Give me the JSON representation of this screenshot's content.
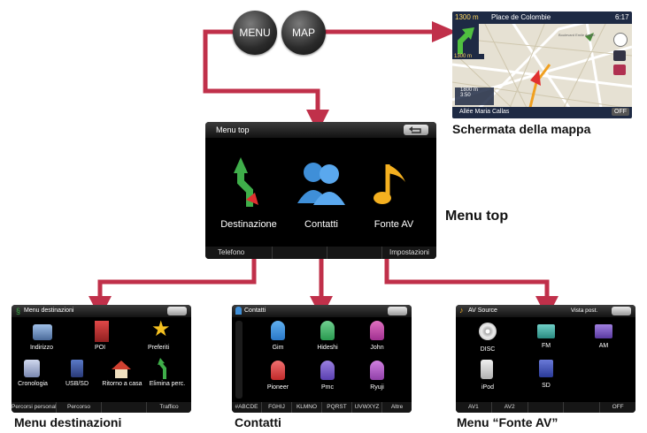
{
  "buttons": {
    "menu": "MENU",
    "map": "MAP"
  },
  "map_screen": {
    "street_top": "Place de Colombie",
    "distance_top": "1300 m",
    "time": "6:17",
    "distance_small": "1300 m",
    "dist2": "1800 m",
    "time2": "3:50",
    "street_bottom": "Allée Maria Callas",
    "off": "OFF",
    "map_label": "Boulevard Emile Augier"
  },
  "captions": {
    "map": "Schermata della mappa",
    "top": "Menu top",
    "dest": "Menu destinazioni",
    "contacts": "Contatti",
    "av": "Menu “Fonte AV”"
  },
  "top_menu": {
    "title": "Menu top",
    "items": [
      "Destinazione",
      "Contatti",
      "Fonte AV"
    ],
    "bottom": [
      "Telefono",
      "",
      "",
      "Impostazioni"
    ]
  },
  "dest_menu": {
    "title": "Menu destinazioni",
    "items": [
      "Indirizzo",
      "POI",
      "Preferiti",
      "Cronologia",
      "USB/SD",
      "Ritorno a casa",
      "Elimina perc."
    ],
    "bottom": [
      "Percorsi personali",
      "Percorso",
      "",
      "Traffico"
    ]
  },
  "contacts_menu": {
    "title": "Contatti",
    "names": [
      "Gim",
      "Hideshi",
      "John",
      "Pioneer",
      "Pmc",
      "Ryuji"
    ],
    "bottom": [
      "#ABCDE",
      "FGHIJ",
      "KLMNO",
      "PQRST",
      "UVWXYZ",
      "Altre"
    ]
  },
  "av_menu": {
    "title": "AV Source",
    "vista": "Vista post.",
    "items": [
      "DISC",
      "FM",
      "AM",
      "iPod",
      "SD"
    ],
    "bottom": [
      "AV1",
      "AV2",
      "",
      "",
      "OFF"
    ]
  },
  "colors": {
    "arrow": "#c0304a",
    "screen_bg": "#000000",
    "title_bar": "#2a2a2a"
  }
}
